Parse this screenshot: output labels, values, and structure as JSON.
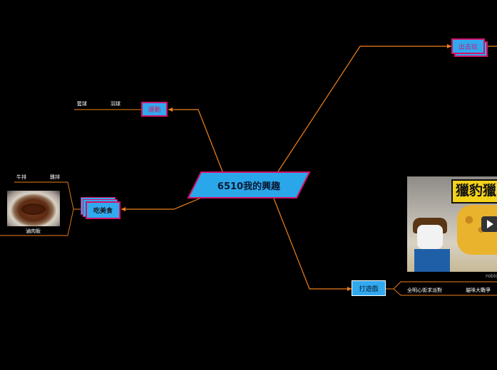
{
  "center": {
    "label": "6510我的興趣"
  },
  "branches": {
    "sports": {
      "label": "運動",
      "leaves": [
        "籃球",
        "羽球"
      ]
    },
    "food": {
      "label": "吃美食",
      "leaves": [
        "牛排",
        "雞排"
      ],
      "image_caption": "滷肉飯"
    },
    "outing": {
      "label": "出去玩"
    },
    "game": {
      "label": "打遊戲",
      "leaves": [
        "全明心街求派對",
        "貓咪大戰爭"
      ],
      "video_title": "獵豹獵",
      "video_caption": "roblo"
    }
  },
  "colors": {
    "line": "#f0801c",
    "node_fill": "#31a9ef",
    "node_border": "#d2136b",
    "background": "#000000"
  }
}
